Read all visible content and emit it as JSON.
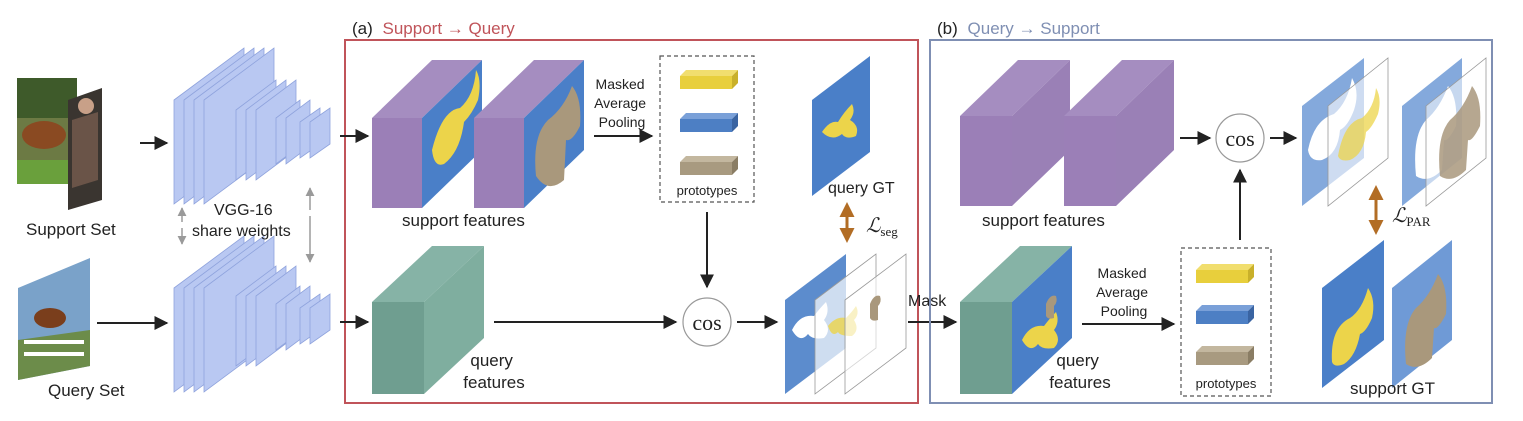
{
  "panel_a": {
    "prefix": "(a)",
    "title": "Support → Query",
    "color": "#c0545a"
  },
  "panel_b": {
    "prefix": "(b)",
    "title": "Query → Support",
    "color": "#7f8fb3"
  },
  "left": {
    "support_set": "Support Set",
    "query_set": "Query Set",
    "vgg_line1": "VGG-16",
    "vgg_line2": "share weights"
  },
  "a": {
    "masked_pool": [
      "Masked",
      "Average",
      "Pooling"
    ],
    "prototypes": "prototypes",
    "query_gt": "query GT",
    "loss_main": "ℒ",
    "loss_sub": "seg",
    "support_features": "support features",
    "cos": "cos",
    "query_features": [
      "query",
      "features"
    ]
  },
  "mask_label": "Mask",
  "b": {
    "support_features": "support features",
    "cos": "cos",
    "loss_main": "ℒ",
    "loss_sub": "PAR",
    "masked_pool": [
      "Masked",
      "Average",
      "Pooling"
    ],
    "prototypes": "prototypes",
    "query_features": [
      "query",
      "features"
    ],
    "support_gt": "support GT"
  },
  "colors": {
    "vgg": "#b9c8f2",
    "support_feat_front": "#9b7fb7",
    "support_feat_top": "#a58dc0",
    "query_feat_front": "#6f9e90",
    "query_feat_top": "#86b3a6",
    "mask_blue": "#4a7fc8",
    "fg_yellow": "#ecd44a",
    "fg_tan": "#a9987c",
    "proto_yellow": "#e8cf3c",
    "proto_blue": "#4d7fc4",
    "proto_tan": "#a89a80",
    "loss_arrow": "#b26d25"
  }
}
